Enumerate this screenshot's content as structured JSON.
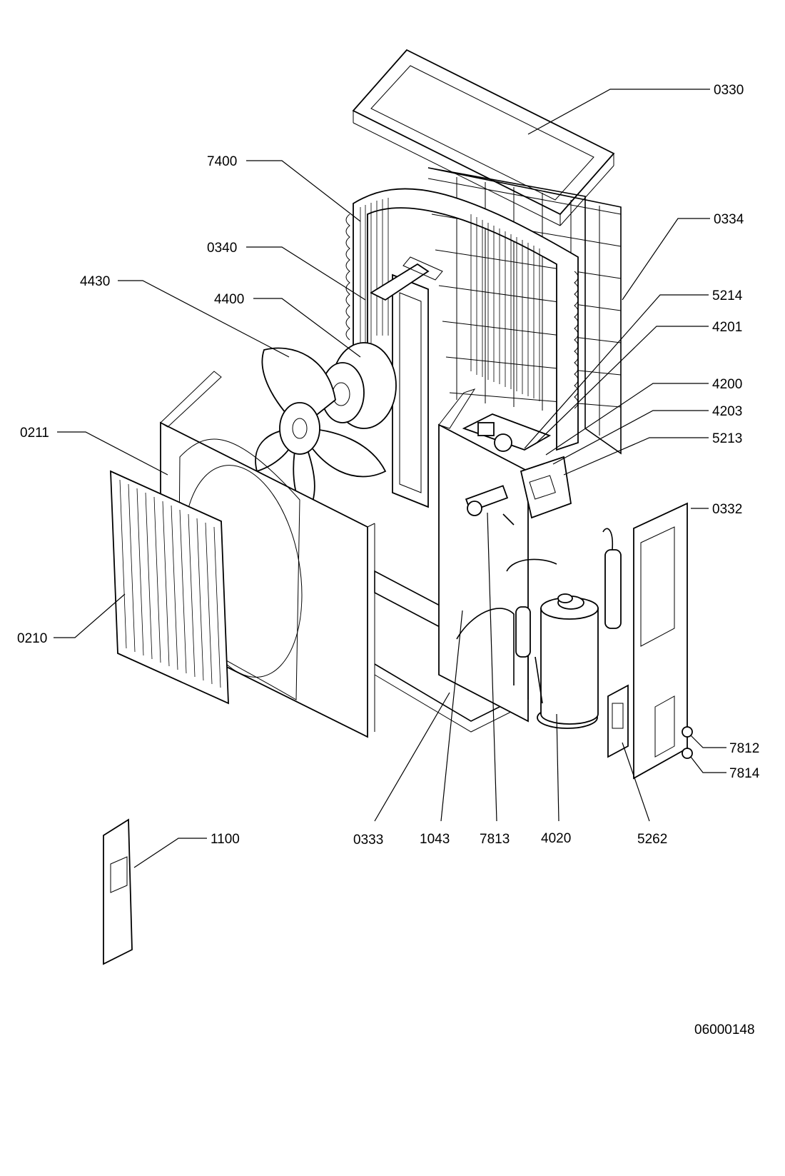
{
  "drawing_number": "06000148",
  "callouts": [
    {
      "id": "c-0330",
      "text": "0330"
    },
    {
      "id": "c-7400",
      "text": "7400"
    },
    {
      "id": "c-0334",
      "text": "0334"
    },
    {
      "id": "c-0340",
      "text": "0340"
    },
    {
      "id": "c-4430",
      "text": "4430"
    },
    {
      "id": "c-4400",
      "text": "4400"
    },
    {
      "id": "c-5214",
      "text": "5214"
    },
    {
      "id": "c-4201",
      "text": "4201"
    },
    {
      "id": "c-4200",
      "text": "4200"
    },
    {
      "id": "c-4203",
      "text": "4203"
    },
    {
      "id": "c-0211",
      "text": "0211"
    },
    {
      "id": "c-5213",
      "text": "5213"
    },
    {
      "id": "c-0332",
      "text": "0332"
    },
    {
      "id": "c-0210",
      "text": "0210"
    },
    {
      "id": "c-7812",
      "text": "7812"
    },
    {
      "id": "c-7814",
      "text": "7814"
    },
    {
      "id": "c-1100",
      "text": "1100"
    },
    {
      "id": "c-0333",
      "text": "0333"
    },
    {
      "id": "c-1043",
      "text": "1043"
    },
    {
      "id": "c-7813",
      "text": "7813"
    },
    {
      "id": "c-4020",
      "text": "4020"
    },
    {
      "id": "c-5262",
      "text": "5262"
    }
  ]
}
